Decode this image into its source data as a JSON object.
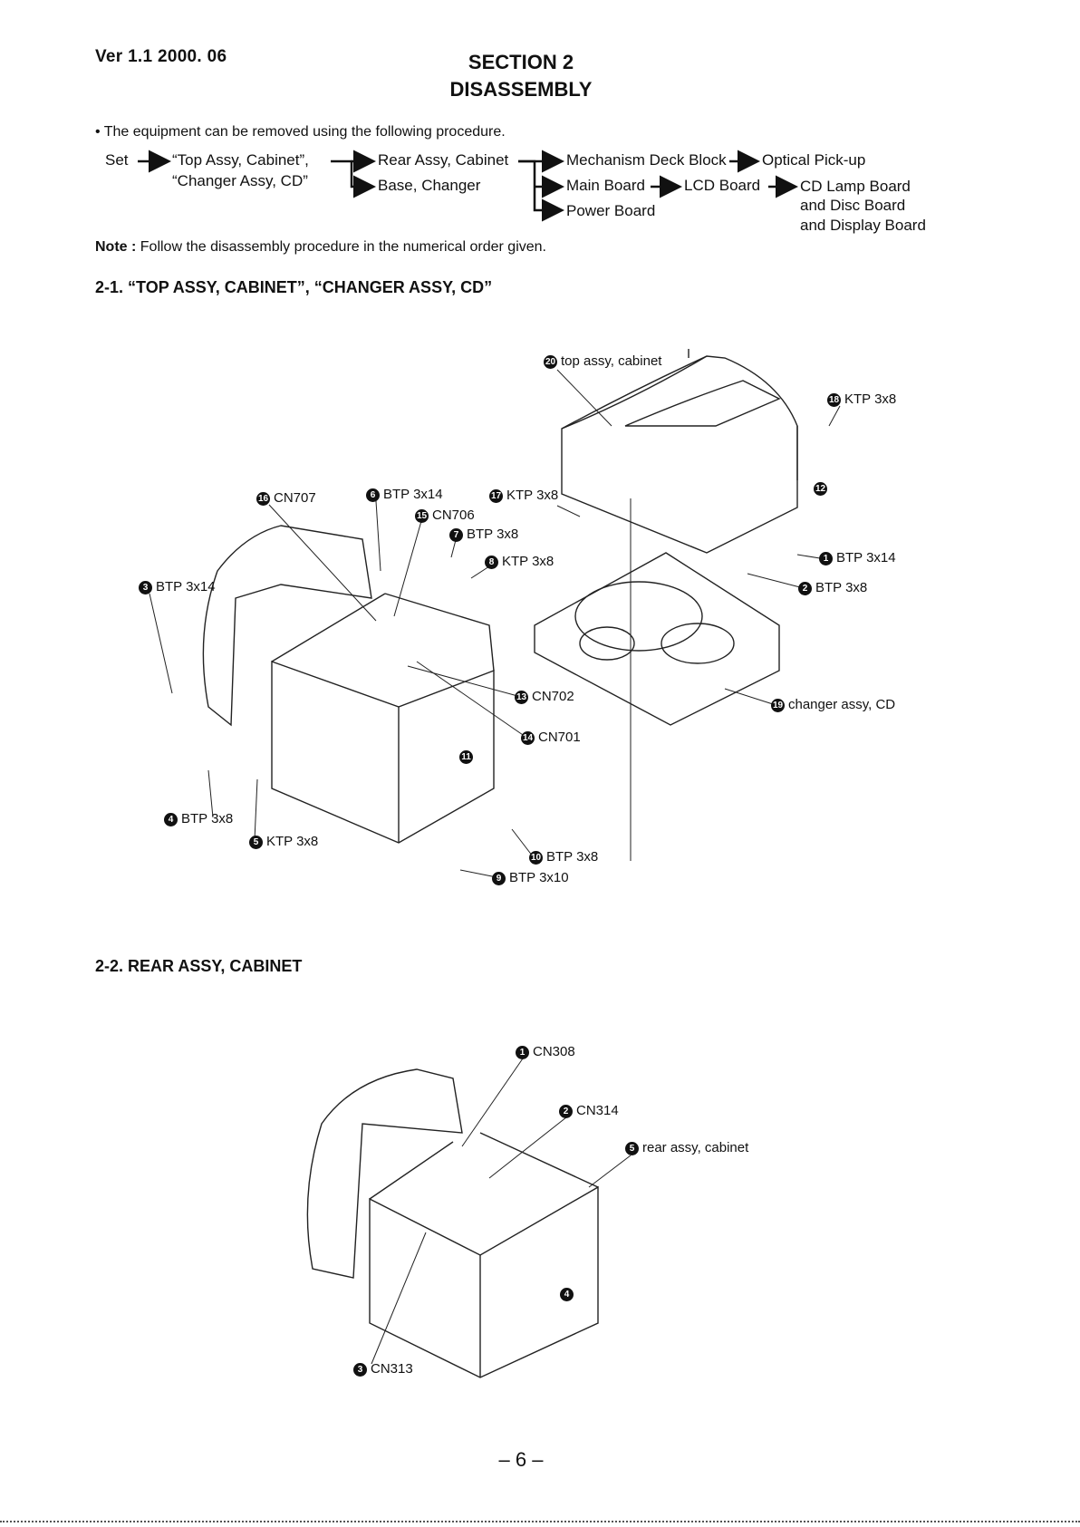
{
  "header": {
    "version": "Ver 1.1  2000. 06",
    "section_line1": "SECTION 2",
    "section_line2": "DISASSEMBLY"
  },
  "intro": "• The equipment can be removed using the following procedure.",
  "flow": {
    "set": "Set",
    "top_assy": "“Top Assy, Cabinet”,",
    "changer_assy": "“Changer Assy, CD”",
    "rear_assy": "Rear Assy, Cabinet",
    "base_changer": "Base, Changer",
    "mechanism": "Mechanism Deck Block",
    "optical": "Optical Pick-up",
    "main_board": "Main Board",
    "lcd_board": "LCD Board",
    "cd_lamp": "CD Lamp Board",
    "disc_board": "and Disc Board",
    "display_board": "and Display Board",
    "power_board": "Power Board"
  },
  "note": {
    "prefix": "Note :",
    "text": " Follow the disassembly procedure in the numerical order given."
  },
  "section_2_1": {
    "heading": "2-1. “TOP ASSY, CABINET”, “CHANGER ASSY, CD”",
    "labels": [
      {
        "num": "20",
        "text": "top assy, cabinet"
      },
      {
        "num": "18",
        "text": "KTP 3x8"
      },
      {
        "num": "12",
        "text": ""
      },
      {
        "num": "16",
        "text": "CN707"
      },
      {
        "num": "6",
        "text": "BTP 3x14"
      },
      {
        "num": "17",
        "text": "KTP 3x8"
      },
      {
        "num": "15",
        "text": "CN706"
      },
      {
        "num": "7",
        "text": "BTP 3x8"
      },
      {
        "num": "8",
        "text": "KTP 3x8"
      },
      {
        "num": "1",
        "text": "BTP 3x14"
      },
      {
        "num": "2",
        "text": "BTP 3x8"
      },
      {
        "num": "3",
        "text": "BTP 3x14"
      },
      {
        "num": "13",
        "text": "CN702"
      },
      {
        "num": "19",
        "text": "changer assy, CD"
      },
      {
        "num": "14",
        "text": "CN701"
      },
      {
        "num": "11",
        "text": ""
      },
      {
        "num": "4",
        "text": "BTP 3x8"
      },
      {
        "num": "5",
        "text": "KTP 3x8"
      },
      {
        "num": "10",
        "text": "BTP 3x8"
      },
      {
        "num": "9",
        "text": "BTP 3x10"
      }
    ]
  },
  "section_2_2": {
    "heading": "2-2. REAR ASSY, CABINET",
    "labels": [
      {
        "num": "1",
        "text": "CN308"
      },
      {
        "num": "2",
        "text": "CN314"
      },
      {
        "num": "5",
        "text": "rear assy, cabinet"
      },
      {
        "num": "4",
        "text": ""
      },
      {
        "num": "3",
        "text": "CN313"
      }
    ]
  },
  "page_number": "– 6 –"
}
